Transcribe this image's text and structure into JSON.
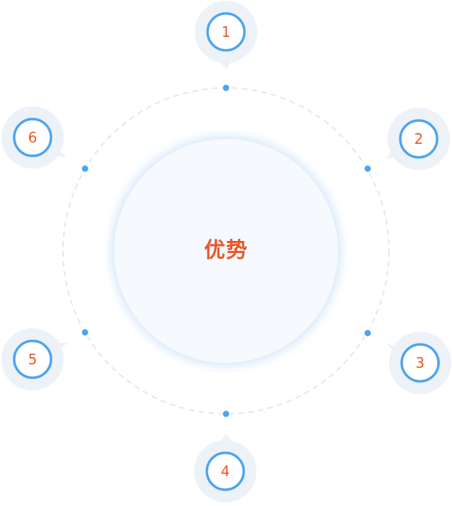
{
  "center": {
    "label": "优势"
  },
  "nodes": [
    {
      "label": "1"
    },
    {
      "label": "2"
    },
    {
      "label": "3"
    },
    {
      "label": "4"
    },
    {
      "label": "5"
    },
    {
      "label": "6"
    }
  ],
  "colors": {
    "accent": "#e8582a",
    "ring": "#4ea4ee",
    "bubble": "#edf2f9",
    "dot": "#4ea4ee",
    "dashed_orbit": "#e3e7ec",
    "center_fill": "#f6f9fd"
  }
}
